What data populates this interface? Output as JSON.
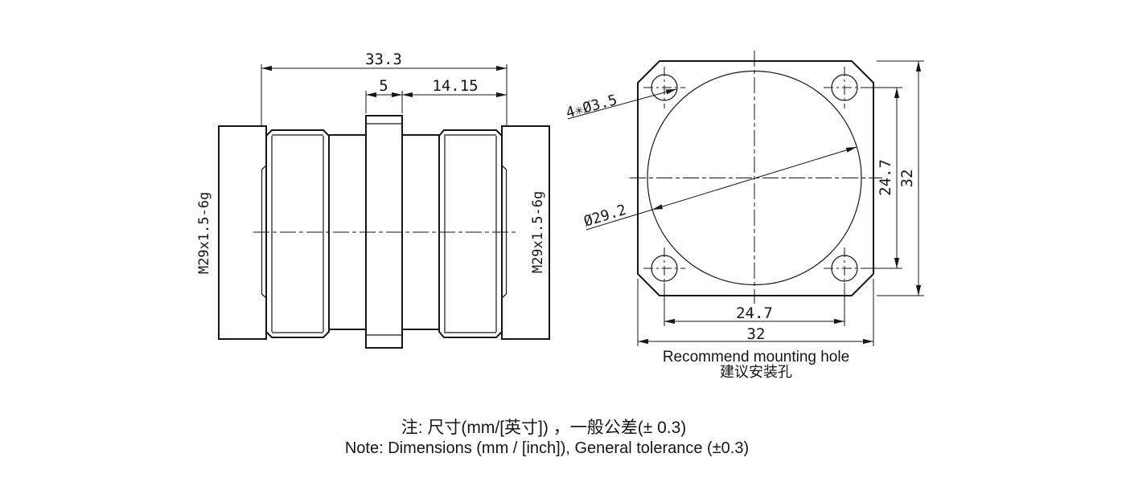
{
  "drawing": {
    "side_view": {
      "dim_overall_length": "33.3",
      "dim_flange_thickness": "5",
      "dim_end_length": "14.15",
      "thread_label_left": "M29x1.5-6g",
      "thread_label_right": "M29x1.5-6g"
    },
    "front_view": {
      "dim_mounting_holes": "4✳Ø3.5",
      "dim_panel_cutout": "Ø29.2",
      "dim_hole_spacing_vertical": "24.7",
      "dim_flange_height": "32",
      "dim_hole_spacing_horizontal": "24.7",
      "dim_flange_width": "32",
      "caption_en": "Recommend mounting hole",
      "caption_zh": "建议安装孔"
    },
    "notes": {
      "line_zh": "注: 尺寸(mm/[英寸]) ，一般公差(± 0.3)",
      "line_en": "Note: Dimensions (mm / [inch]), General tolerance (±0.3)"
    },
    "colors": {
      "line": "#161616",
      "background": "#ffffff"
    }
  }
}
